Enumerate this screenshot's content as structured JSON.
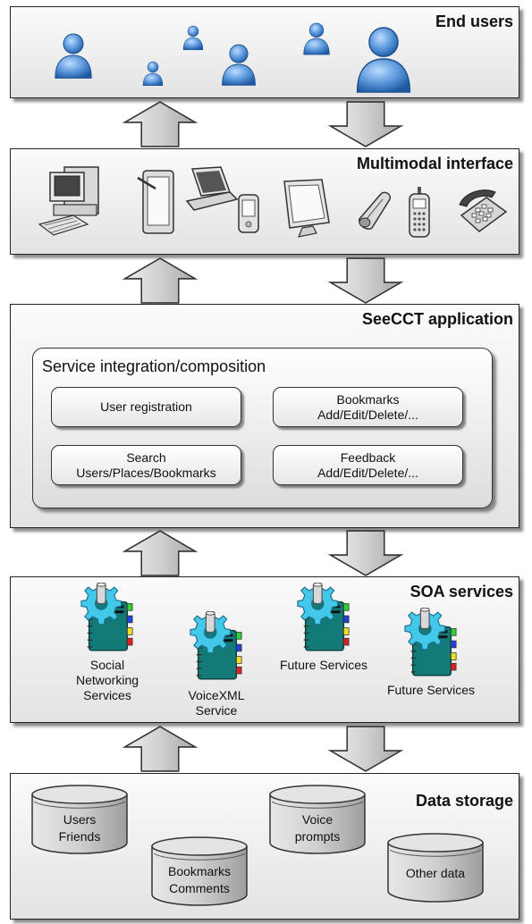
{
  "layers": {
    "end_users": {
      "title": "End users"
    },
    "multimodal": {
      "title": "Multimodal interface"
    },
    "seecct": {
      "title": "SeeCCT application",
      "composition_title": "Service integration/composition",
      "modules": [
        {
          "line1": "User registration",
          "line2": ""
        },
        {
          "line1": "Bookmarks",
          "line2": "Add/Edit/Delete/..."
        },
        {
          "line1": "Search",
          "line2": "Users/Places/Bookmarks"
        },
        {
          "line1": "Feedback",
          "line2": "Add/Edit/Delete/..."
        }
      ]
    },
    "soa": {
      "title": "SOA services",
      "services": [
        {
          "line1": "Social",
          "line2": "Networking",
          "line3": "Services"
        },
        {
          "line1": "VoiceXML",
          "line2": "Service"
        },
        {
          "line1": "Future Services"
        },
        {
          "line1": "Future Services"
        }
      ]
    },
    "storage": {
      "title": "Data storage",
      "databases": [
        {
          "line1": "Users",
          "line2": "Friends"
        },
        {
          "line1": "Bookmarks",
          "line2": "Comments"
        },
        {
          "line1": "Voice",
          "line2": "prompts"
        },
        {
          "line1": "Other data",
          "line2": ""
        }
      ]
    }
  },
  "icons": {
    "user": "user-icon",
    "devices": [
      "desktop-computer-icon",
      "tablet-icon",
      "laptop-icon",
      "pda-icon",
      "monitor-icon",
      "flip-phone-icon",
      "mobile-phone-icon",
      "desk-telephone-icon"
    ],
    "service": "service-gear-icon",
    "database": "database-icon"
  },
  "colors": {
    "user_blue": "#4f8fd6",
    "service_teal": "#137a78",
    "gear_cyan": "#3fc6e8",
    "arrow_gray": "#c8c8c8"
  }
}
